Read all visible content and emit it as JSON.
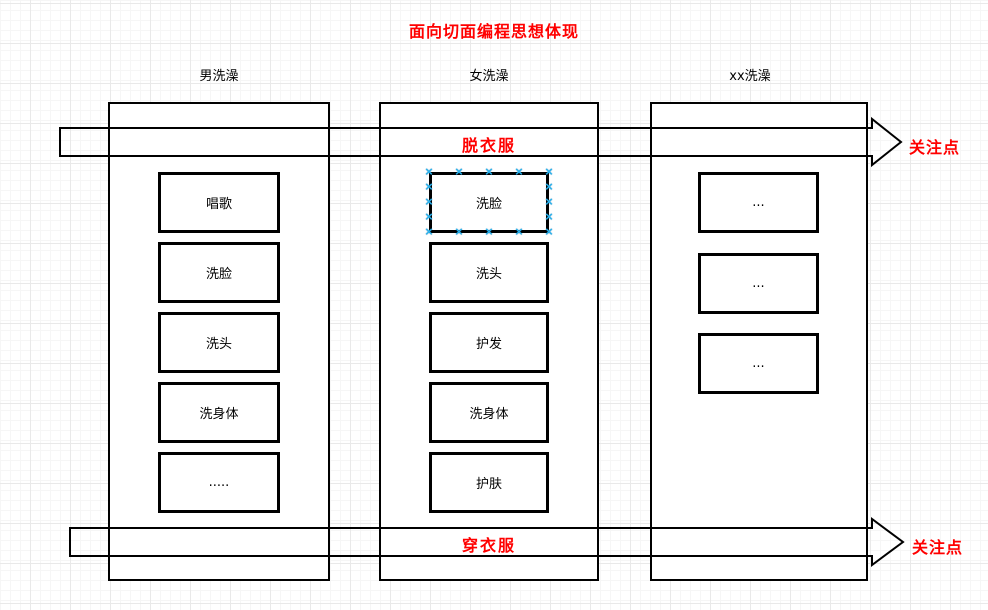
{
  "title": "面向切面编程思想体现",
  "columns": [
    {
      "header": "男洗澡",
      "boxes": [
        "唱歌",
        "洗脸",
        "洗头",
        "洗身体",
        "....."
      ]
    },
    {
      "header": "女洗澡",
      "boxes": [
        "洗脸",
        "洗头",
        "护发",
        "洗身体",
        "护肤"
      ],
      "selected_box": "洗脸"
    },
    {
      "header": "xx洗澡",
      "boxes": [
        "...",
        "...",
        "..."
      ]
    }
  ],
  "arrows": [
    {
      "label": "脱衣服",
      "concern": "关注点"
    },
    {
      "label": "穿衣服",
      "concern": "关注点"
    }
  ],
  "colors": {
    "accent_red": "#ff0000",
    "selection_handle": "#29b3ef",
    "line": "#000000"
  },
  "handle_glyph": "×"
}
